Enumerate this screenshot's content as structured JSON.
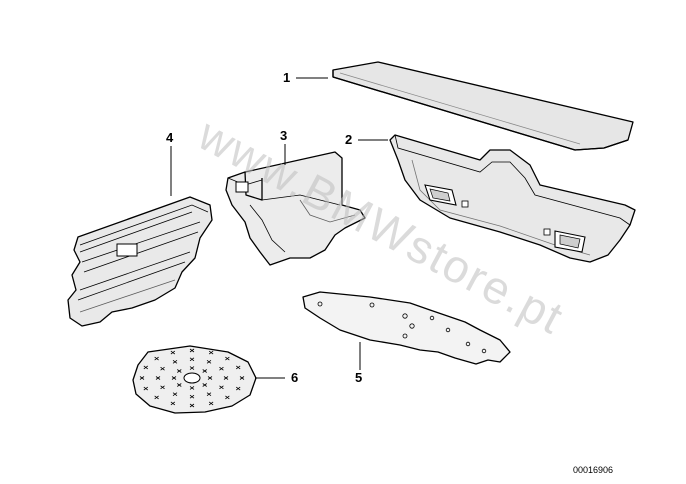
{
  "diagram": {
    "callouts": [
      {
        "id": "1",
        "label": "1"
      },
      {
        "id": "2",
        "label": "2"
      },
      {
        "id": "3",
        "label": "3"
      },
      {
        "id": "4",
        "label": "4"
      },
      {
        "id": "5",
        "label": "5"
      },
      {
        "id": "6",
        "label": "6"
      }
    ],
    "watermark": "www.BMWstore.pt",
    "document_number": "00016906",
    "colors": {
      "line": "#000000",
      "part_fill": "#ffffff",
      "part_shade": "#d9d9d9",
      "watermark": "#bdbdbd"
    }
  }
}
